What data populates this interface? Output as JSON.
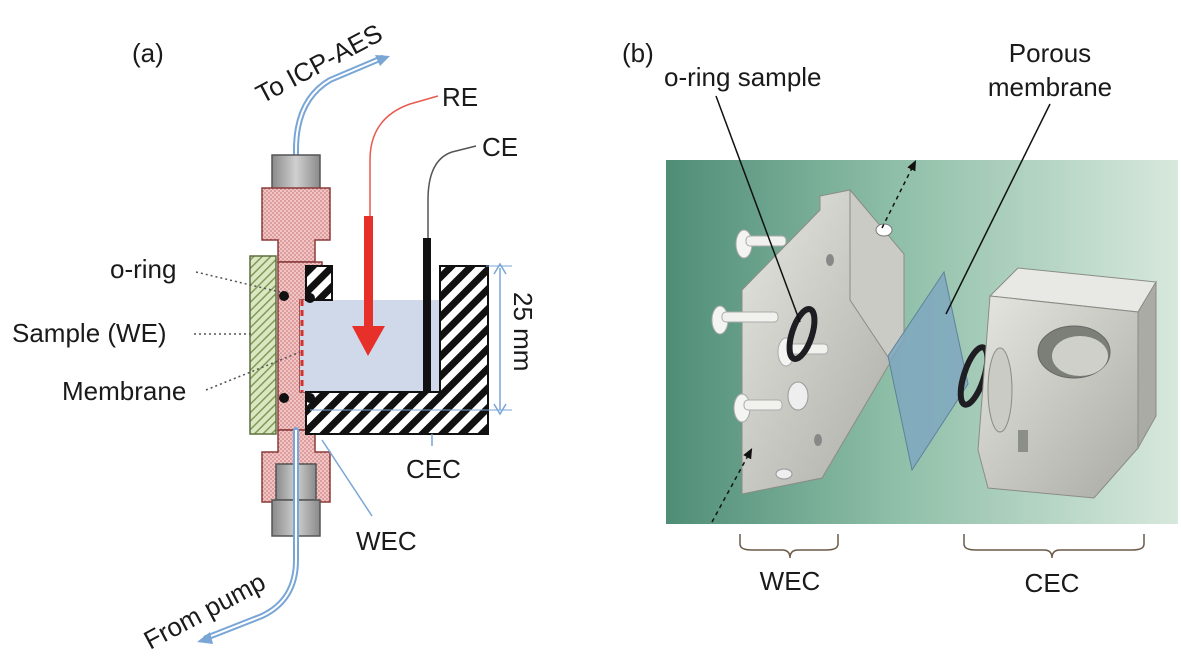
{
  "panel_a": {
    "tag": "(a)",
    "to_icp": "To ICP-AES",
    "from_pump": "From pump",
    "re": "RE",
    "ce": "CE",
    "oring": "o-ring",
    "sample": "Sample (WE)",
    "membrane": "Membrane",
    "dimension": "25 mm",
    "cec": "CEC",
    "wec": "WEC"
  },
  "panel_b": {
    "tag": "(b)",
    "oring_sample": "o-ring sample",
    "porous_line1": "Porous",
    "porous_line2": "membrane",
    "wec": "WEC",
    "cec": "CEC"
  },
  "colors": {
    "tube": "#7aa6d6",
    "re_arrow": "#e8302a",
    "re_wire": "#e85a50",
    "electrolyte": "#cfd9ea",
    "sample": "#c9dba6",
    "fitting_pink": "#e9a8a8",
    "fitting_gray": "#a8a8a8",
    "photo_bg_dark": "#5f9a86",
    "photo_bg_light": "#cfe3d6",
    "membrane_sheet": "#7fa7bf"
  }
}
